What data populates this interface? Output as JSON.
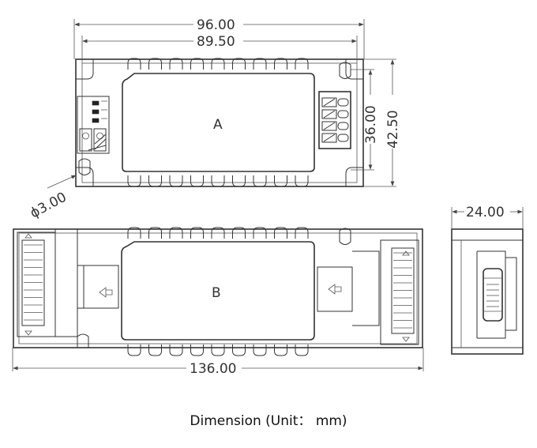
{
  "dimensions": {
    "top_width": "96.00",
    "inner_width": "89.50",
    "inner_height": "36.00",
    "outer_height": "42.50",
    "hole_diameter": "ϕ3.00",
    "side_thickness": "24.00",
    "bottom_length": "136.00"
  },
  "labels": {
    "top_view": "A",
    "bottom_view": "B"
  },
  "caption": "Dimension (Unit： mm)",
  "colors": {
    "line": "#333333",
    "background": "#ffffff"
  }
}
